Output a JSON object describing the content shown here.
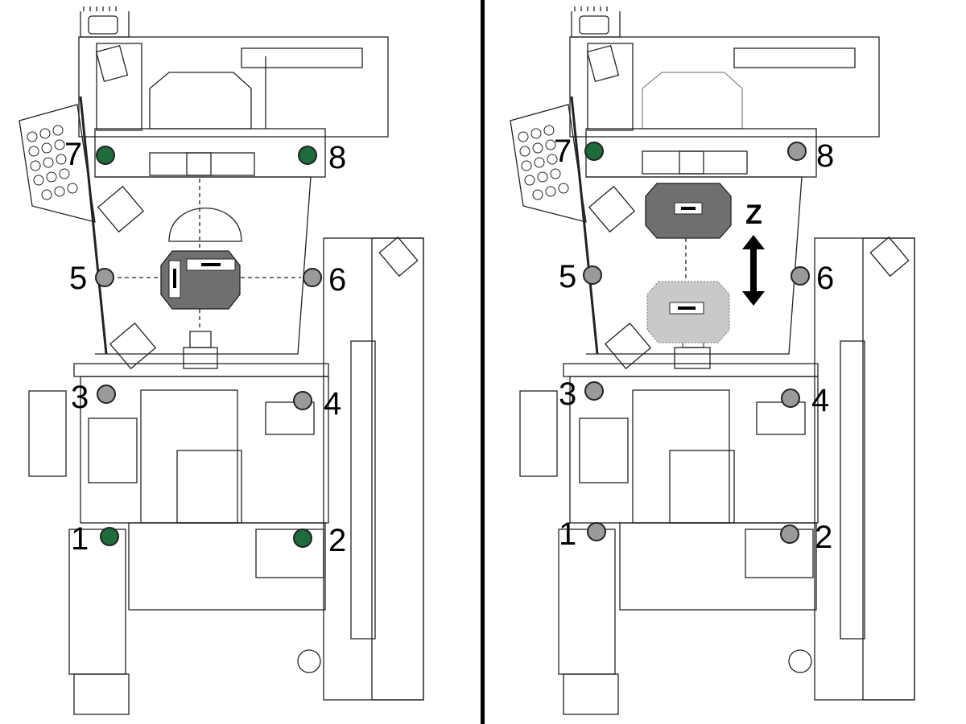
{
  "colors": {
    "adjusted_foot": "#1e6b3c",
    "unadjusted_foot": "#9a9a9a",
    "table_fill": "#6f6f6f",
    "table_ghost": "#c9c9c9",
    "line": "#222222"
  },
  "panels": [
    {
      "id": "left",
      "feet": [
        {
          "label": "1",
          "state": "adjusted"
        },
        {
          "label": "2",
          "state": "adjusted"
        },
        {
          "label": "3",
          "state": "unadjusted"
        },
        {
          "label": "4",
          "state": "unadjusted"
        },
        {
          "label": "5",
          "state": "unadjusted"
        },
        {
          "label": "6",
          "state": "unadjusted"
        },
        {
          "label": "7",
          "state": "adjusted"
        },
        {
          "label": "8",
          "state": "adjusted"
        }
      ]
    },
    {
      "id": "right",
      "axis_label": "Z",
      "axis_icon": "double-arrow-vertical-icon",
      "feet": [
        {
          "label": "1",
          "state": "unadjusted"
        },
        {
          "label": "2",
          "state": "unadjusted"
        },
        {
          "label": "3",
          "state": "unadjusted"
        },
        {
          "label": "4",
          "state": "unadjusted"
        },
        {
          "label": "5",
          "state": "unadjusted"
        },
        {
          "label": "6",
          "state": "unadjusted"
        },
        {
          "label": "7",
          "state": "adjusted"
        },
        {
          "label": "8",
          "state": "unadjusted"
        }
      ]
    }
  ]
}
